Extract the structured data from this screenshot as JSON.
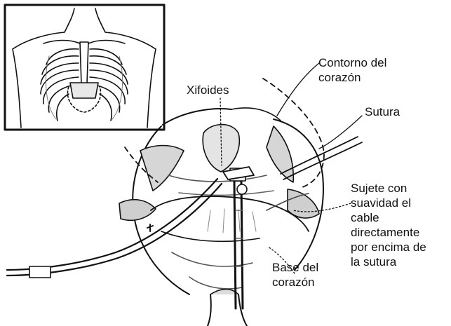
{
  "labels": {
    "contorno_line1": "Contorno del",
    "contorno_line2": "corazón",
    "xifoides": "Xifoides",
    "sutura": "Sutura",
    "sujete_line1": "Sujete con",
    "sujete_line2": "suavidad el",
    "sujete_line3": "cable",
    "sujete_line4": "directamente",
    "sujete_line5": "por encima de",
    "sujete_line6": "la sutura",
    "base_line1": "Base del",
    "base_line2": "corazón"
  }
}
